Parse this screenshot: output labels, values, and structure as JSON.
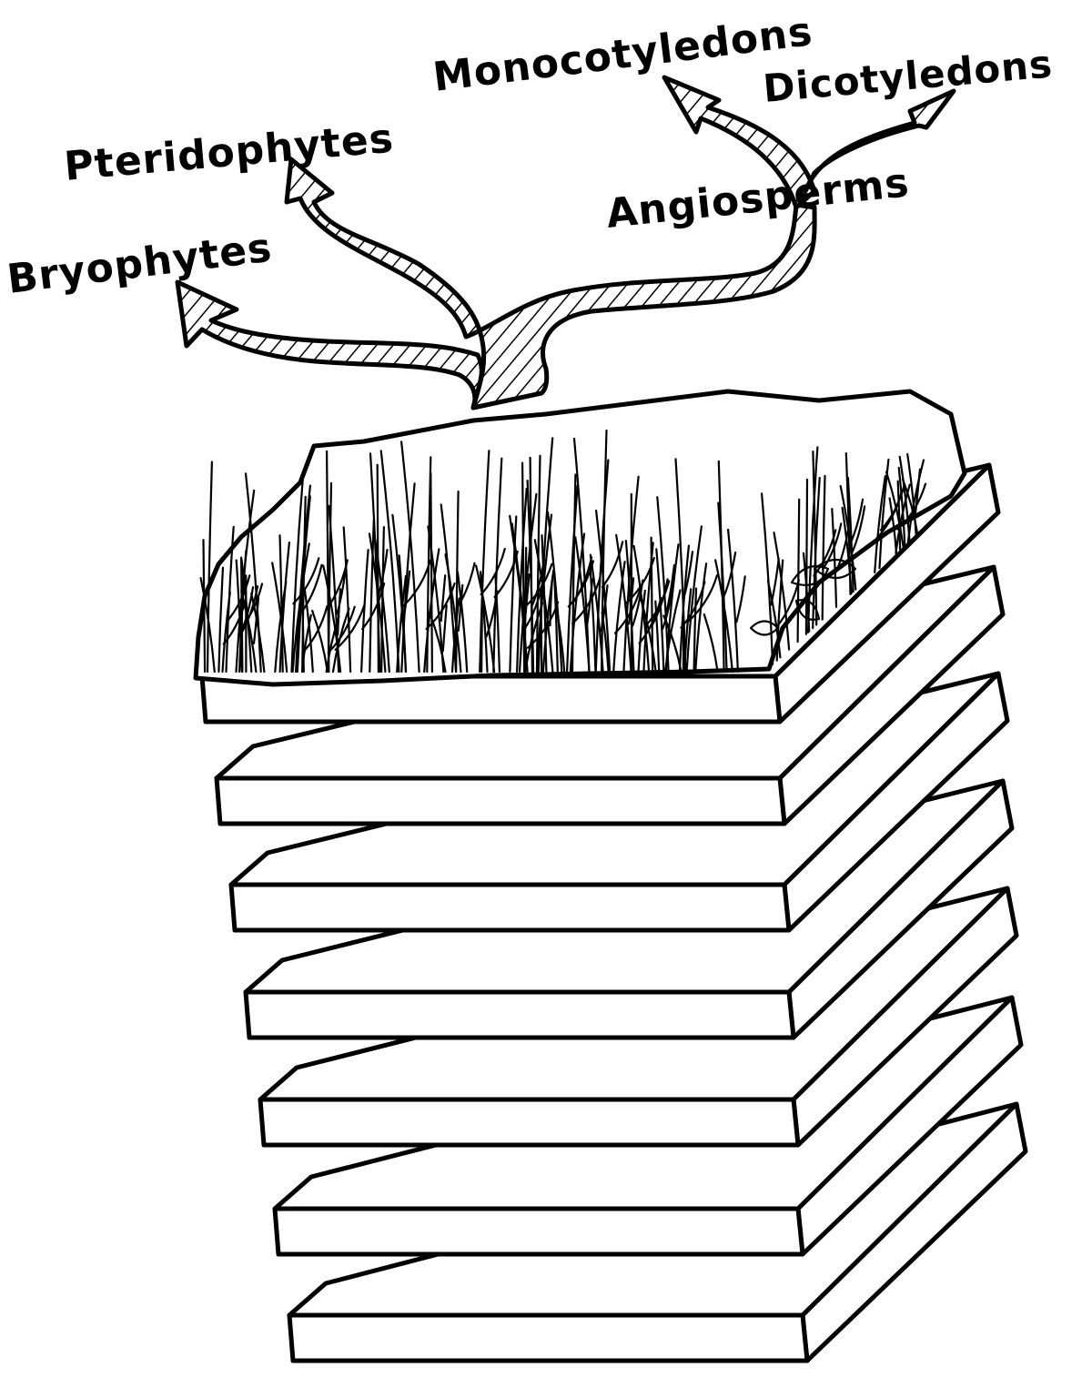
{
  "diagram": {
    "labels": {
      "bryophytes": "Bryophytes",
      "pteridophytes": "Pteridophytes",
      "angiosperms": "Angiosperms",
      "monocotyledons": "Monocotyledons",
      "dicotyledons": "Dicotyledons"
    },
    "layer_count": 7
  }
}
